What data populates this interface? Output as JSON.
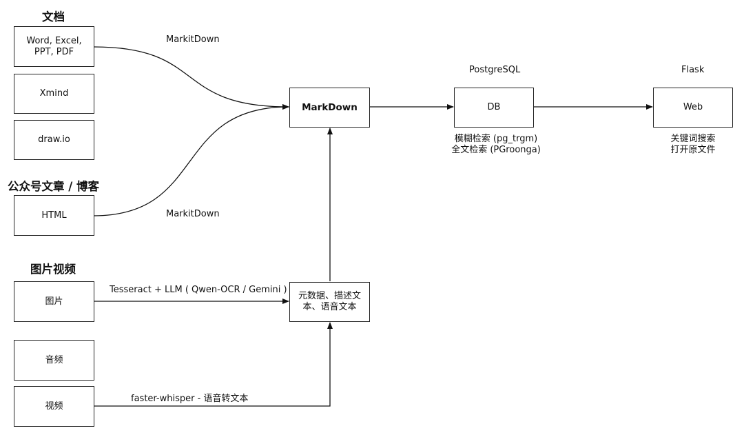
{
  "headings": {
    "documents": "文档",
    "articles": "公众号文章 / 博客",
    "media": "图片视频"
  },
  "sources": {
    "office": "Word, Excel, PPT, PDF",
    "xmind": "Xmind",
    "drawio": "draw.io",
    "html": "HTML",
    "image": "图片",
    "audio": "音频",
    "video": "视频"
  },
  "nodes": {
    "markdown": "MarkDown",
    "metadata": "元数据、描述文本、语音文本",
    "db": "DB",
    "web": "Web"
  },
  "edge_labels": {
    "markitdown_top": "MarkitDown",
    "markitdown_bottom": "MarkitDown",
    "ocr": "Tesseract + LLM ( Qwen-OCR / Gemini )",
    "whisper": "faster-whisper - 语音转文本"
  },
  "titles": {
    "postgres": "PostgreSQL",
    "flask": "Flask"
  },
  "captions": {
    "db_line1": "模糊检索 (pg_trgm)",
    "db_line2": "全文检索 (PGroonga)",
    "web_line1": "关键词搜索",
    "web_line2": "打开原文件"
  }
}
